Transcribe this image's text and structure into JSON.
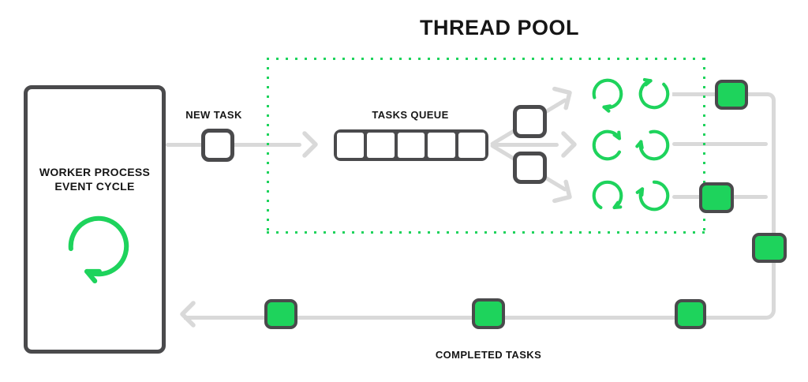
{
  "title": "THREAD POOL",
  "worker_process": {
    "label": [
      "WORKER PROCESS",
      "EVENT CYCLE"
    ],
    "icon": "cycle-arrow-icon"
  },
  "labels": {
    "new_task": "NEW TASK",
    "tasks_queue": "TASKS QUEUE",
    "completed_tasks": "COMPLETED TASKS"
  },
  "tasks_queue": {
    "slot_count": 5
  },
  "thread_pool": {
    "rows": 3,
    "threads_per_row": 2
  },
  "branch_task_count": 2,
  "completed_task_square_count": 6,
  "colors": {
    "green": "#1ed35c",
    "dark_border": "#4a4a4c",
    "line_gray": "#d9d9d9",
    "text": "#161616",
    "background": "#ffffff"
  }
}
